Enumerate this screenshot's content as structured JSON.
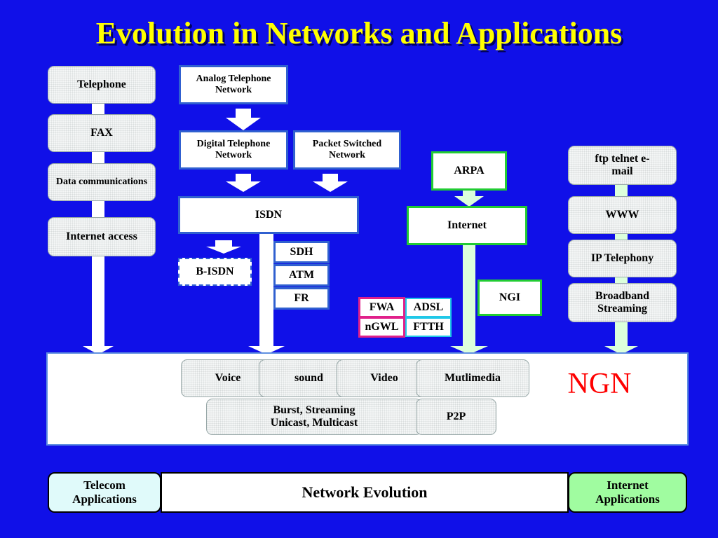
{
  "title": "Evolution in Networks and Applications",
  "telecom_apps": [
    "Telephone",
    "FAX",
    "Data communications",
    "Internet access"
  ],
  "network": {
    "analog": "Analog Telephone Network",
    "digital": "Digital Telephone Network",
    "packet": "Packet Switched Network",
    "isdn": "ISDN",
    "bisdn": "B-ISDN",
    "sdh": "SDH",
    "atm": "ATM",
    "fr": "FR"
  },
  "internet": {
    "arpa": "ARPA",
    "internet": "Internet",
    "ngi": "NGI"
  },
  "access": {
    "fwa": "FWA",
    "adsl": "ADSL",
    "ngwl": "nGWL",
    "ftth": "FTTH"
  },
  "internet_apps": [
    "ftp telnet e-mail",
    "WWW",
    "IP Telephony",
    "Broadband Streaming"
  ],
  "ngn": {
    "label": "NGN",
    "services": [
      "Voice",
      "sound",
      "Video",
      "Mutlimedia"
    ],
    "burst": "Burst, Streaming Unicast, Multicast",
    "p2p": "P2P"
  },
  "bottom": {
    "telecom": "Telecom Applications",
    "network_evolution": "Network Evolution",
    "internet": "Internet Applications"
  },
  "colors": {
    "background": "#1010e8",
    "title": "#ffff00",
    "ngn": "#ff0000",
    "internet_border": "#22cc33",
    "access_border": "#e0208a"
  }
}
